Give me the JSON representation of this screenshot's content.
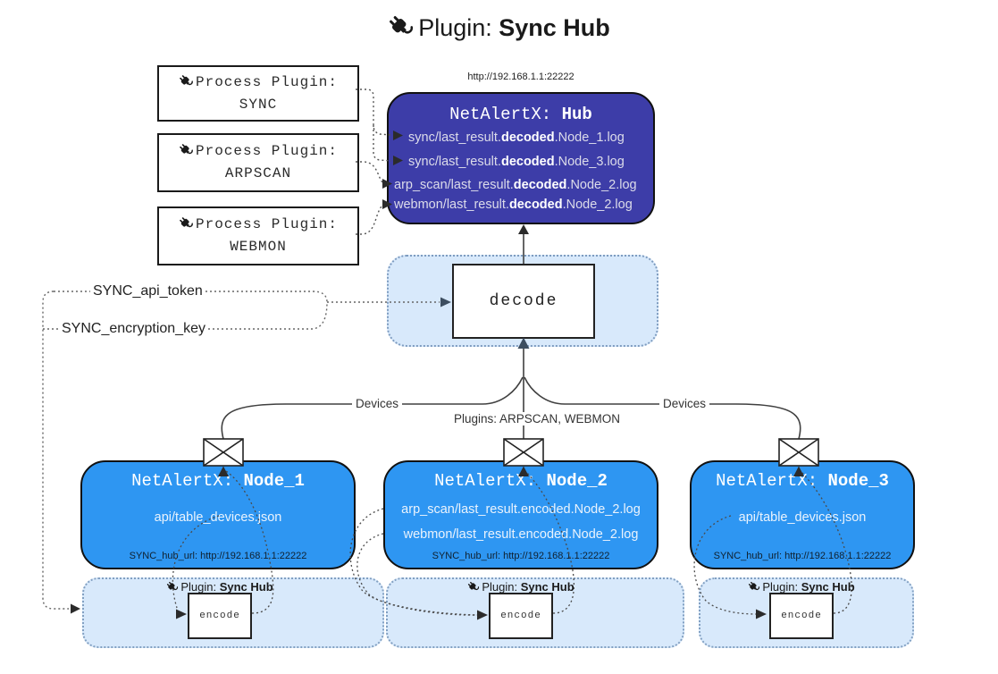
{
  "title": {
    "prefix": "Plugin: ",
    "name": "Sync Hub"
  },
  "hub": {
    "url": "http://192.168.1.1:22222",
    "title_prefix": "NetAlertX: ",
    "title_name": "Hub",
    "logs": [
      {
        "pre": "sync/last_result.",
        "mid": "decoded",
        "post": ".Node_1.log"
      },
      {
        "pre": "sync/last_result.",
        "mid": "decoded",
        "post": ".Node_3.log"
      },
      {
        "pre": "arp_scan/last_result.",
        "mid": "decoded",
        "post": ".Node_2.log"
      },
      {
        "pre": "webmon/last_result.",
        "mid": "decoded",
        "post": ".Node_2.log"
      }
    ]
  },
  "process_plugins": [
    {
      "label": "Process Plugin:",
      "name": "SYNC"
    },
    {
      "label": "Process Plugin:",
      "name": "ARPSCAN"
    },
    {
      "label": "Process Plugin:",
      "name": "WEBMON"
    }
  ],
  "decode_box": {
    "label": "decode"
  },
  "settings": {
    "api_token": "SYNC_api_token",
    "encryption_key": "SYNC_encryption_key"
  },
  "edge_labels": {
    "devices_left": "Devices",
    "plugins_center": "Plugins: ARPSCAN, WEBMON",
    "devices_right": "Devices"
  },
  "nodes": [
    {
      "title_prefix": "NetAlertX: ",
      "title_name": "Node_1",
      "files": [
        "api/table_devices.json"
      ],
      "hub_url": "SYNC_hub_url: http://192.168.1.1:22222"
    },
    {
      "title_prefix": "NetAlertX: ",
      "title_name": "Node_2",
      "files": [
        "arp_scan/last_result.encoded.Node_2.log",
        "webmon/last_result.encoded.Node_2.log"
      ],
      "hub_url": "SYNC_hub_url: http://192.168.1.1:22222"
    },
    {
      "title_prefix": "NetAlertX: ",
      "title_name": "Node_3",
      "files": [
        "api/table_devices.json"
      ],
      "hub_url": "SYNC_hub_url: http://192.168.1.1:22222"
    }
  ],
  "encoders": [
    {
      "label_prefix": "Plugin: ",
      "label_name": "Sync Hub",
      "box_label": "encode"
    },
    {
      "label_prefix": "Plugin: ",
      "label_name": "Sync Hub",
      "box_label": "encode"
    },
    {
      "label_prefix": "Plugin: ",
      "label_name": "Sync Hub",
      "box_label": "encode"
    }
  ],
  "colors": {
    "hub_fill": "#3D3DA8",
    "node_fill": "#2E96F2",
    "container_fill": "#D8E9FB",
    "container_border": "#7E9CC0",
    "line": "#404040",
    "arrow_slate": "#3D4E60"
  }
}
